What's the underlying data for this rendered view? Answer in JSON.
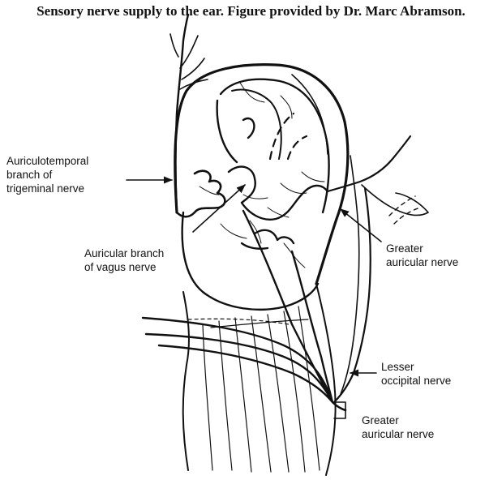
{
  "caption": "Sensory nerve supply to the ear. Figure provided by Dr. Marc Abramson.",
  "labels": {
    "auriculotemporal": [
      "Auriculotemporal",
      "branch of",
      "trigeminal nerve"
    ],
    "auricular_vagus": [
      "Auricular branch",
      "of vagus nerve"
    ],
    "greater_auricular_upper": [
      "Greater",
      "auricular nerve"
    ],
    "lesser_occipital": [
      "Lesser",
      "occipital nerve"
    ],
    "greater_auricular_lower": [
      "Greater",
      "auricular nerve"
    ]
  },
  "colors": {
    "line": "#111111",
    "background": "#ffffff"
  }
}
